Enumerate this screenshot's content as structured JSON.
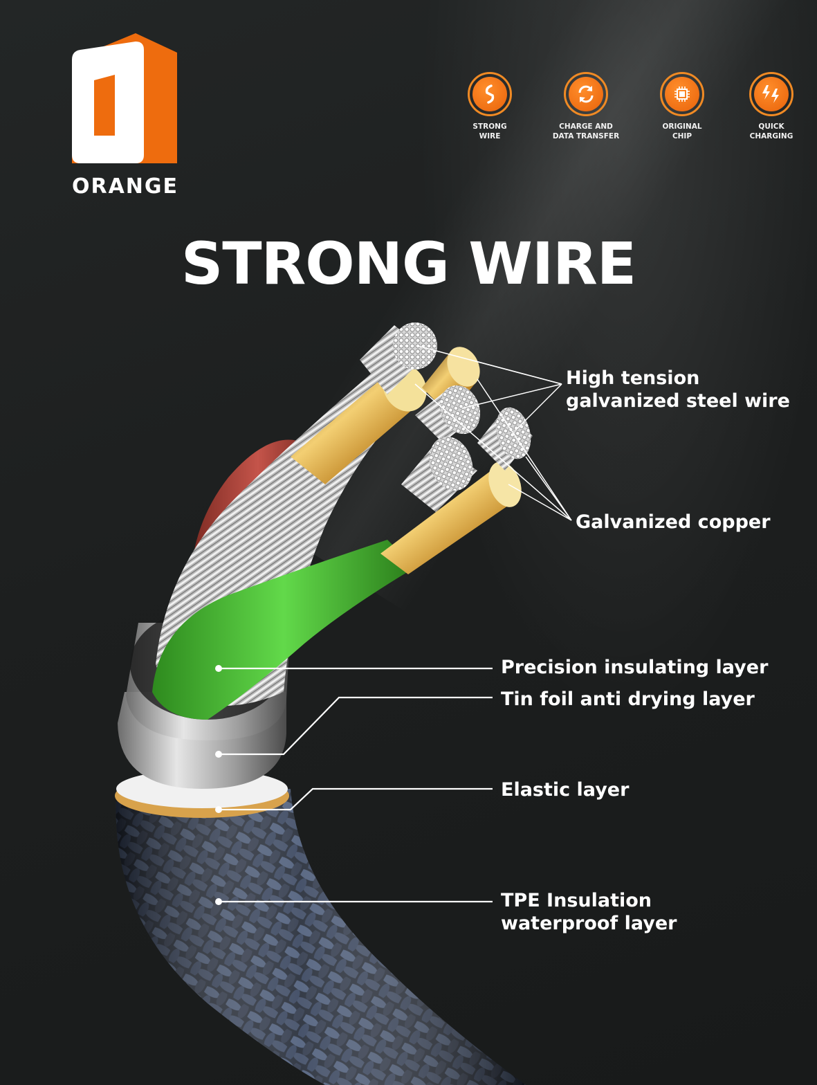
{
  "brand": {
    "name": "ORANGE",
    "logo_color": "#ee6c0e"
  },
  "features": [
    {
      "icon": "lightning-wire-icon",
      "label": "STRONG\nWIRE"
    },
    {
      "icon": "sync-arrows-icon",
      "label": "CHARGE AND\nDATA TRANSFER"
    },
    {
      "icon": "chip-icon",
      "label": "ORIGINAL\nCHIP"
    },
    {
      "icon": "double-bolt-icon",
      "label": "QUICK\nCHARGING"
    }
  ],
  "title": "STRONG WIRE",
  "labels": {
    "steel_wire": "High tension\ngalvanized steel wire",
    "copper": "Galvanized copper",
    "precision": "Precision insulating layer",
    "tin_foil": "Tin foil anti drying layer",
    "elastic": "Elastic layer",
    "tpe": "TPE Insulation\nwaterproof layer"
  },
  "colors": {
    "accent": "#f08a24",
    "background": "#1c1e1e",
    "red_core": "#b8443a",
    "green_core": "#4fc43a",
    "copper": "#d4a23c",
    "braid": "#2b3445"
  }
}
